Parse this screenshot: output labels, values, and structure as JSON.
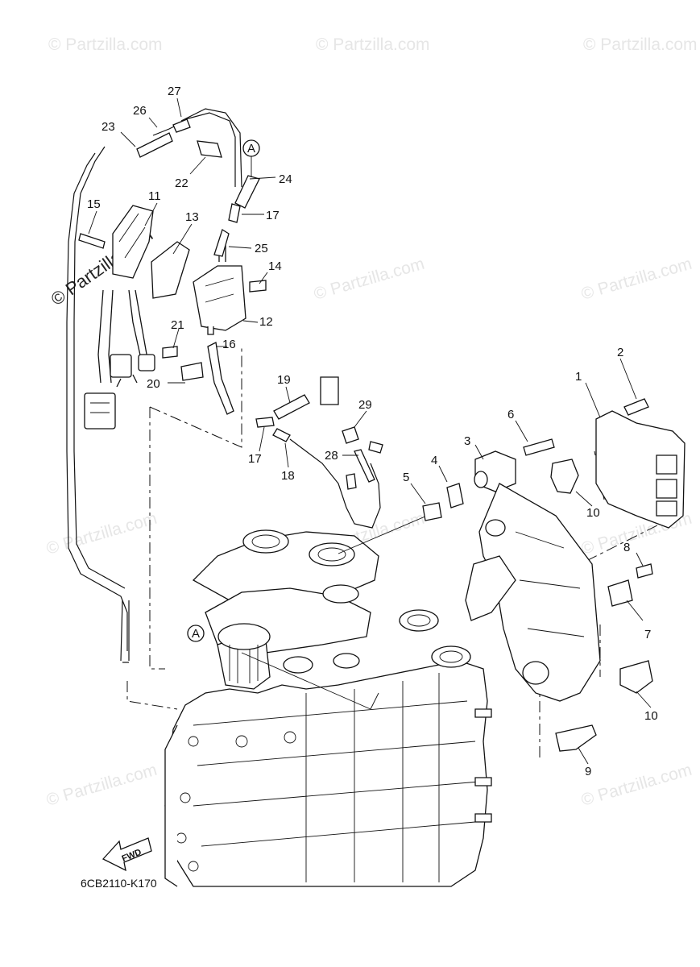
{
  "diagram": {
    "drawing_code": "6CB2110-K170",
    "watermark": "© Partzilla.com",
    "fwd_label": "FWD",
    "connector_label": "A",
    "callouts": [
      "1",
      "2",
      "3",
      "4",
      "5",
      "6",
      "7",
      "8",
      "9",
      "10",
      "10",
      "11",
      "12",
      "13",
      "14",
      "15",
      "16",
      "17",
      "17",
      "18",
      "19",
      "20",
      "21",
      "22",
      "23",
      "24",
      "25",
      "26",
      "27",
      "28",
      "29"
    ]
  }
}
